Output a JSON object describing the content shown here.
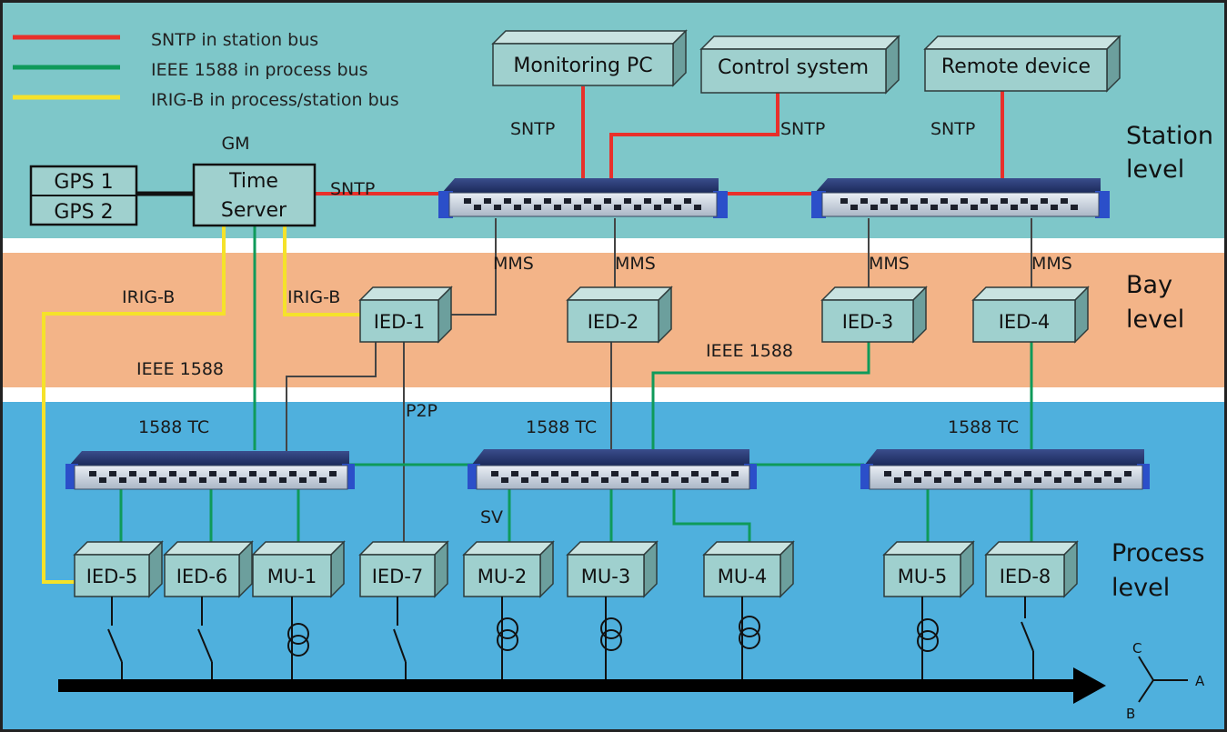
{
  "legend": [
    {
      "label": "SNTP in station bus",
      "color": "#e8302b"
    },
    {
      "label": "IEEE 1588 in process bus",
      "color": "#0f9a5a"
    },
    {
      "label": "IRIG-B in process/station bus",
      "color": "#f5e22a"
    }
  ],
  "levels": {
    "station": [
      "Station",
      "level"
    ],
    "bay": [
      "Bay",
      "level"
    ],
    "process": [
      "Process",
      "level"
    ]
  },
  "station_devices": {
    "monitoring_pc": "Monitoring PC",
    "control_system": "Control system",
    "remote_device": "Remote device"
  },
  "gps": [
    "GPS 1",
    "GPS 2"
  ],
  "time_server": {
    "gm": "GM",
    "lines": [
      "Time",
      "Server"
    ]
  },
  "bay_ieds": [
    "IED-1",
    "IED-2",
    "IED-3",
    "IED-4"
  ],
  "process_devices": [
    "IED-5",
    "IED-6",
    "MU-1",
    "IED-7",
    "MU-2",
    "MU-3",
    "MU-4",
    "MU-5",
    "IED-8"
  ],
  "link_labels": {
    "sntp": "SNTP",
    "mms": "MMS",
    "irig_b": "IRIG-B",
    "ieee1588": "IEEE 1588",
    "p2p": "P2P",
    "sv": "SV",
    "tc": "1588  TC"
  },
  "phases": {
    "a": "A",
    "b": "B",
    "c": "C"
  },
  "colors": {
    "station_bg": "#7ec7c9",
    "bay_bg": "#f3b488",
    "process_bg": "#4fb0dd",
    "box_fill": "#9fd0ce",
    "sntp": "#e8302b",
    "ieee1588": "#0f9a5a",
    "irig_b": "#f5e22a"
  }
}
